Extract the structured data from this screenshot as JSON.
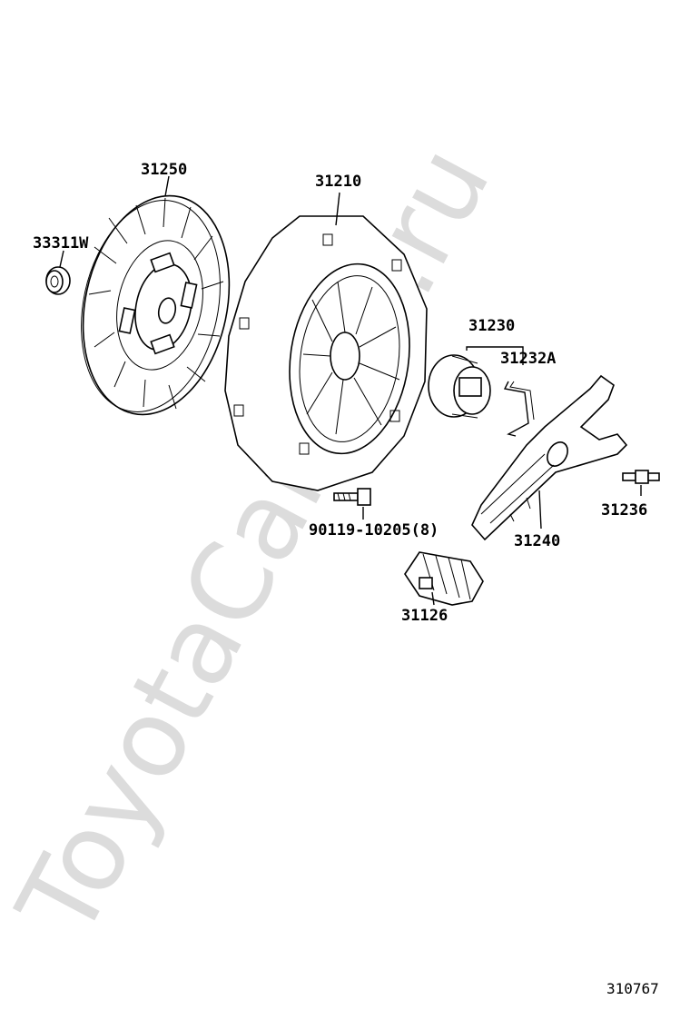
{
  "watermark": "ToyotaCarline.ru",
  "diagram_id": "310767",
  "parts": {
    "clutch_disc": "31250",
    "pilot_bearing": "33311W",
    "clutch_cover": "31210",
    "release_bearing": "31230",
    "bearing_clip": "31232A",
    "cover_bolt": "90119-10205(8)",
    "release_fork": "31240",
    "fork_pivot": "31236",
    "fork_boot": "31126"
  }
}
